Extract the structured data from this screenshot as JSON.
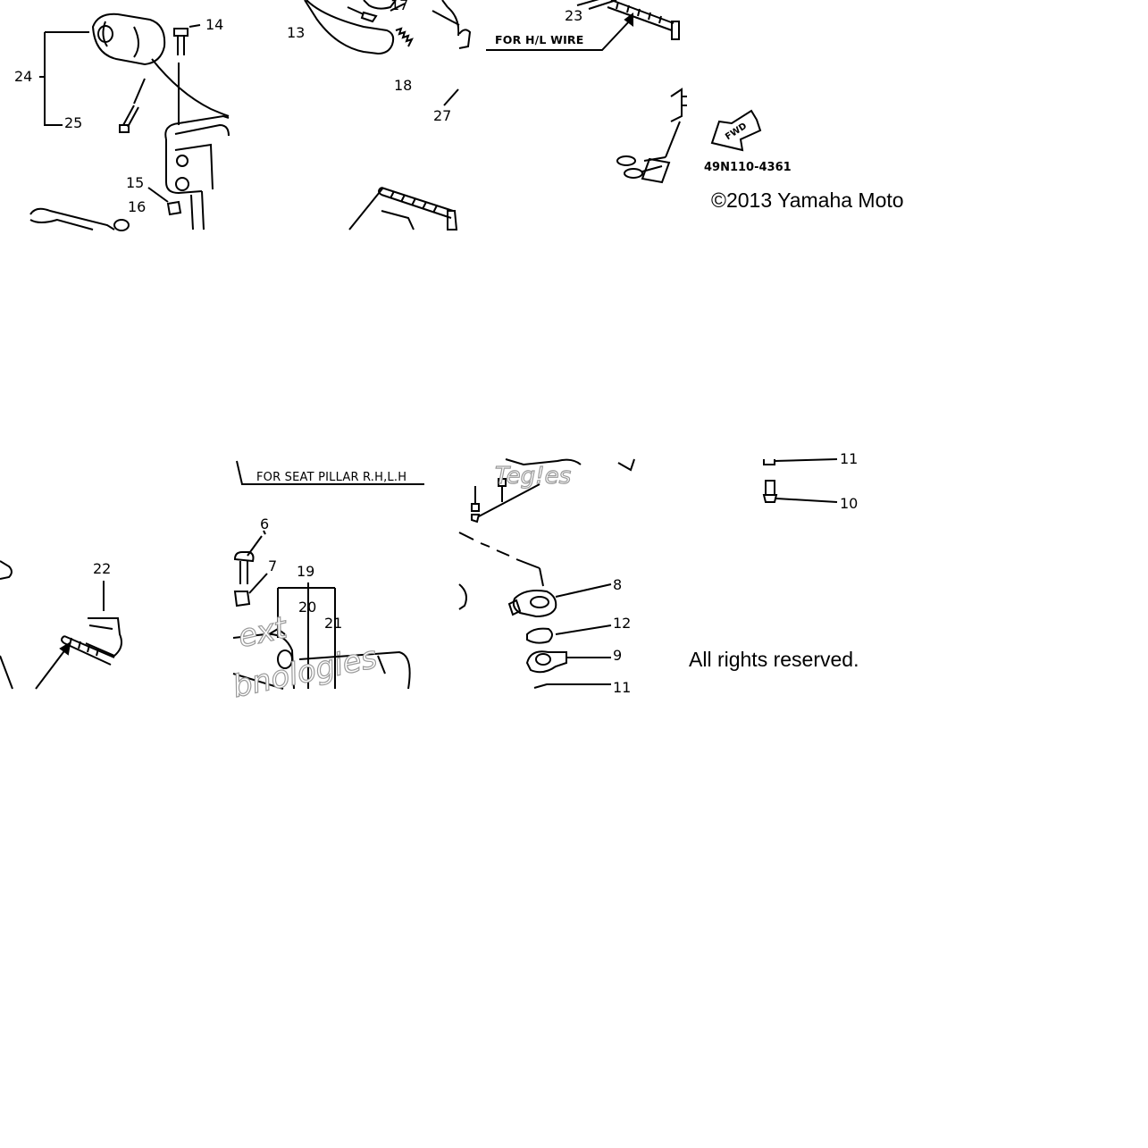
{
  "diagram": {
    "figure_number": "49N110-4361",
    "fwd_arrow_label": "FWD",
    "copyright": "©2013 Yamaha Moto",
    "rights": "All rights reserved.",
    "notes": {
      "hl_wire": "FOR H/L WIRE",
      "seat_pillar": "FOR SEAT PILLAR  R.H,L.H"
    },
    "watermark_fragments": [
      "ext",
      "bnologies",
      "Teg!es"
    ],
    "callouts": {
      "c6": "6",
      "c7": "7",
      "c8": "8",
      "c9": "9",
      "c10": "10",
      "c11": "11",
      "c11b": "11",
      "c12": "12",
      "c13": "13",
      "c14": "14",
      "c15": "15",
      "c16": "16",
      "c17": "17",
      "c18": "18",
      "c19": "19",
      "c20": "20",
      "c21": "21",
      "c22": "22",
      "c23": "23",
      "c24": "24",
      "c25": "25",
      "c27": "27"
    }
  }
}
